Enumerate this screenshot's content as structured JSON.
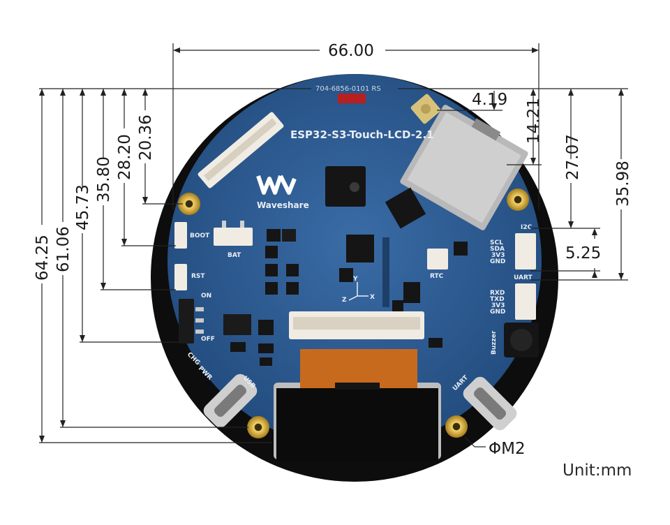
{
  "board": {
    "model_label": "ESP32-S3-Touch-LCD-2.1",
    "brand_label": "Waveshare",
    "part_number": "704-6856-0101 RS",
    "connector_labels": {
      "boot": "BOOT",
      "rst": "RST",
      "bat": "BAT",
      "rtc": "RTC",
      "on": "ON",
      "off": "OFF",
      "chg": "CHG",
      "pwr": "PWR",
      "usb": "USB",
      "uart_port": "UART",
      "buzzer": "Buzzer",
      "i2c": "I2C",
      "uart": "UART",
      "scl": "SCL",
      "sda": "SDA",
      "v33_a": "3V3",
      "gnd_a": "GND",
      "rxd": "RXD",
      "txd": "TXD",
      "v33_b": "3V3",
      "gnd_b": "GND",
      "axis_x": "X",
      "axis_y": "Y",
      "axis_z": "Z"
    }
  },
  "dimensions": {
    "width_total": "66.00",
    "d_4_19": "4.19",
    "d_14_21": "14.21",
    "d_27_07": "27.07",
    "d_35_98": "35.98",
    "d_5_25": "5.25",
    "d_20_36": "20.36",
    "d_28_20": "28.20",
    "d_35_80": "35.80",
    "d_45_73": "45.73",
    "d_61_06": "61.06",
    "d_64_25": "64.25",
    "hole": "ΦM2"
  },
  "unit": "Unit:mm",
  "colors": {
    "pcb": "#2f5f96",
    "pcb_dark": "#244c7c",
    "glass": "#0d0d0d",
    "gold": "#c9a43a",
    "connector": "#f1ece3"
  }
}
